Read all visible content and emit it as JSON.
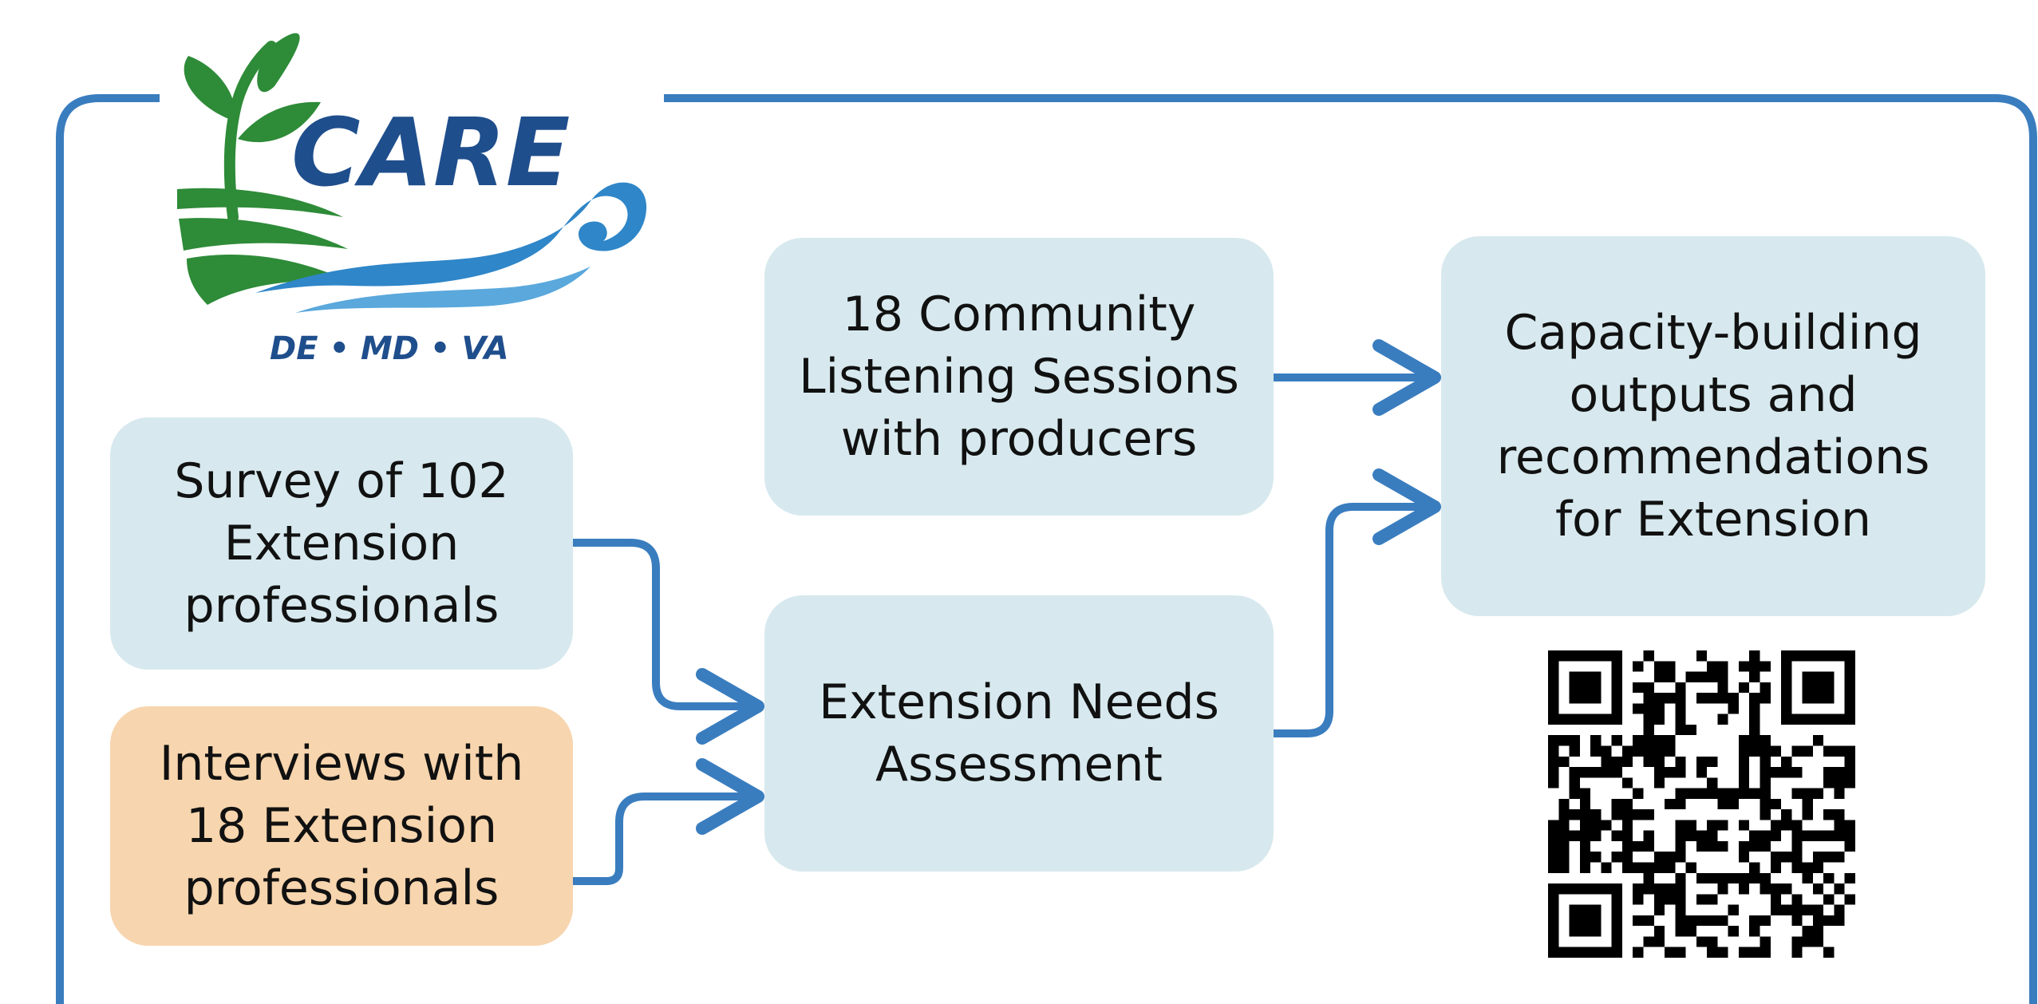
{
  "colors": {
    "frame": "#3a7dbf",
    "arrow": "#3a7dbf",
    "node_blue": "#d7e9ee",
    "node_orange": "#f7d5ae",
    "logo_green": "#2e8b38",
    "logo_navy": "#1f4e8c",
    "logo_wave": "#2f86c8"
  },
  "logo": {
    "title": "CARE",
    "states": "DE • MD • VA"
  },
  "nodes": {
    "listening": "18 Community\nListening Sessions\nwith producers",
    "survey": "Survey of 102\nExtension\nprofessionals",
    "interviews": "Interviews with\n18 Extension\nprofessionals",
    "needs": "Extension Needs\nAssessment",
    "outputs": "Capacity-building\noutputs and\nrecommendations\nfor Extension"
  },
  "edges": [
    {
      "from": "survey",
      "to": "needs"
    },
    {
      "from": "interviews",
      "to": "needs"
    },
    {
      "from": "listening",
      "to": "outputs"
    },
    {
      "from": "needs",
      "to": "outputs"
    }
  ],
  "qr": {
    "icon": "qr-code-icon"
  }
}
